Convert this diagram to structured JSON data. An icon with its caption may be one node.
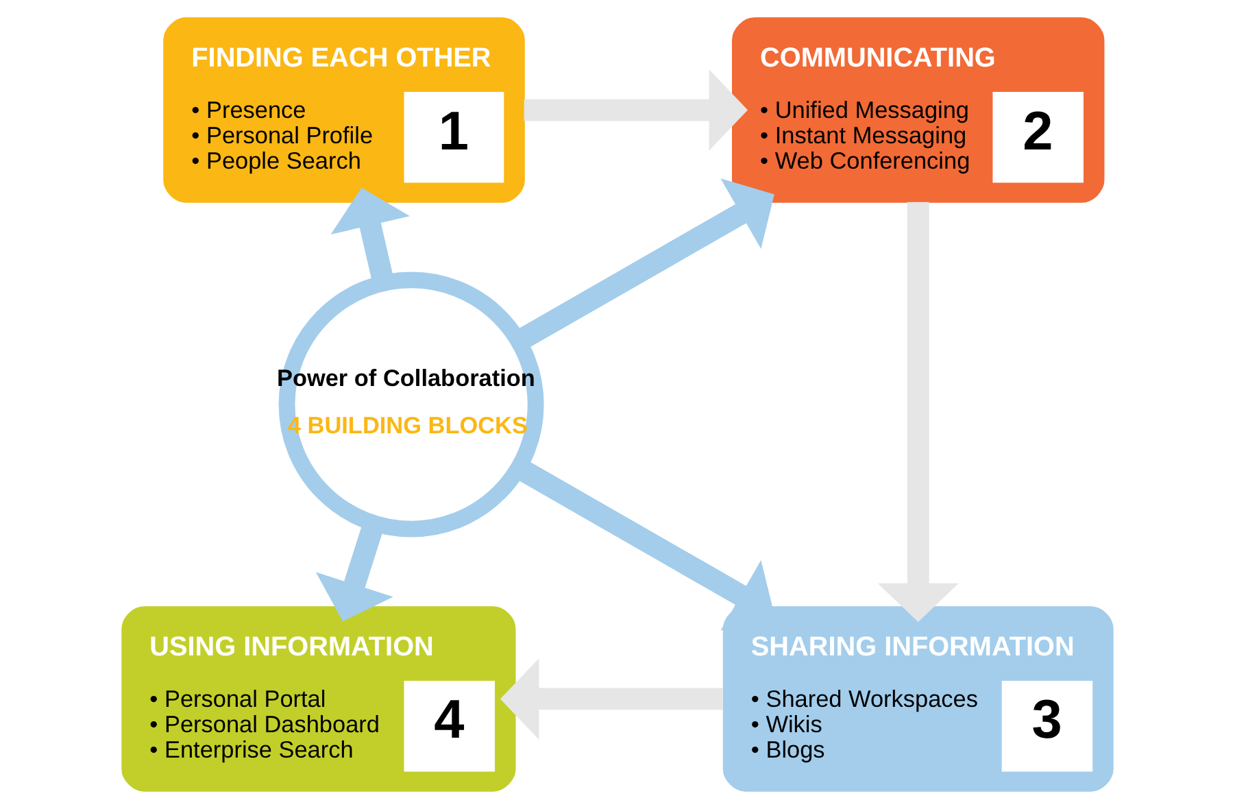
{
  "diagram": {
    "nodes": [
      {
        "text": [
          "FINDING EACH OTHER",
          "• Presence",
          "• Personal Profile",
          "• People Search",
          "1"
        ]
      },
      {
        "text": [
          "COMMUNICATING",
          "• Unified Messaging",
          "• Instant Messaging",
          "• Web Conferencing",
          "2"
        ]
      },
      {
        "text": [
          "SHARING INFORMATION",
          "• Shared Workspaces",
          "• Wikis",
          "• Blogs",
          "3"
        ]
      },
      {
        "text": [
          "USING INFORMATION",
          "• Personal Portal",
          "• Personal Dashboard",
          "• Enterprise Search",
          "4"
        ]
      },
      {
        "text": [
          "Power of Collaboration",
          "4 BUILDING BLOCKS"
        ]
      }
    ],
    "edges": [
      {
        "from": 0,
        "to": 1,
        "arrow": "to",
        "color": "#e6e6e6"
      },
      {
        "from": 1,
        "to": 2,
        "arrow": "to",
        "color": "#e6e6e6"
      },
      {
        "from": 2,
        "to": 3,
        "arrow": "to",
        "color": "#e6e6e6"
      },
      {
        "from": 4,
        "to": 0,
        "arrow": "to",
        "color": "#a3cdeb"
      },
      {
        "from": 4,
        "to": 1,
        "arrow": "to",
        "color": "#a3cdeb"
      },
      {
        "from": 4,
        "to": 2,
        "arrow": "to",
        "color": "#a3cdeb"
      },
      {
        "from": 4,
        "to": 3,
        "arrow": "to",
        "color": "#a3cdeb"
      }
    ]
  }
}
